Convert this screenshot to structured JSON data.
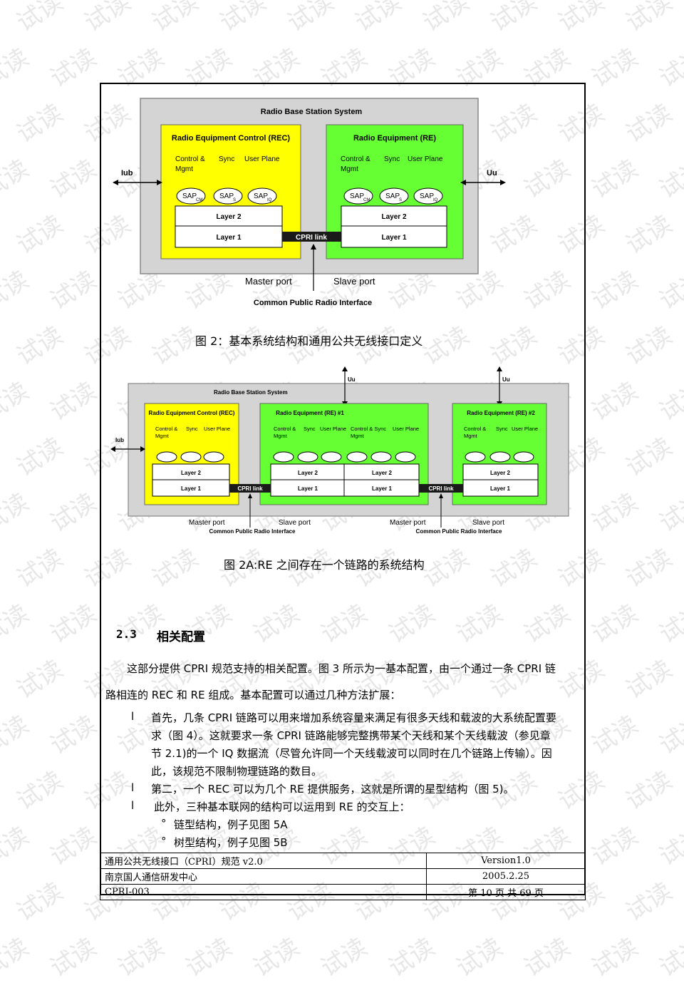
{
  "watermark": "试读",
  "figure1": {
    "system_title": "Radio Base Station System",
    "rec_title": "Radio Equipment Control (REC)",
    "re_title": "Radio Equipment (RE)",
    "control_mgmt": "Control &",
    "mgmt": "Mgmt",
    "sync": "Sync",
    "user_plane": "User Plane",
    "sap": "SAP",
    "sap_cm_sub": "CM",
    "sap_s_sub": "S",
    "sap_iq_sub": "IQ",
    "layer2": "Layer 2",
    "layer1": "Layer 1",
    "cpri_link": "CPRI link",
    "iub": "Iub",
    "uu": "Uu",
    "master_port": "Master port",
    "slave_port": "Slave port",
    "cpri_interface": "Common Public Radio Interface"
  },
  "caption1": "图 2：基本系统结构和通用公共无线接口定义",
  "figure2": {
    "system_title": "Radio Base Station System",
    "rec_title": "Radio Equipment Control (REC)",
    "re1_title": "Radio Equipment (RE) #1",
    "re2_title": "Radio Equipment (RE) #2",
    "uu": "Uu",
    "iub": "Iub",
    "control_mgmt": "Control &",
    "mgmt": "Mgmt",
    "control_sync": "Control & Sync",
    "sync": "Sync",
    "user_plane": "User Plane",
    "layer2": "Layer 2",
    "layer1": "Layer 1",
    "cpri_link": "CPRI link",
    "master_port": "Master port",
    "slave_port": "Slave port",
    "cpri_interface": "Common Public Radio Interface"
  },
  "caption2": "图 2A:RE 之间存在一个链路的系统结构",
  "section": {
    "number": "2.3",
    "title": "相关配置"
  },
  "paragraph": {
    "line1": "这部分提供 CPRI 规范支持的相关配置。图 3 所示为一基本配置，由一个通过一条 CPRI 链",
    "line2": "路相连的 REC 和 RE 组成。基本配置可以通过几种方法扩展："
  },
  "bullets": [
    {
      "marker": "l",
      "lines": [
        "首先，几条 CPRI 链路可以用来增加系统容量来满足有很多天线和载波的大系统配置要",
        "求（图 4）。这就要求一条 CPRI 链路能够完整携带某个天线和某个天线载波（参见章",
        "节 2.1)的一个 IQ 数据流（尽管允许同一个天线载波可以同时在几个链路上传输）。因",
        "此，该规范不限制物理链路的数目。"
      ]
    },
    {
      "marker": "l",
      "lines": [
        "第二，一个 REC 可以为几个 RE 提供服务，这就是所谓的星型结构（图 5)。"
      ]
    },
    {
      "marker": "l",
      "lines": [
        "此外，三种基本联网的结构可以运用到 RE 的交互上："
      ]
    }
  ],
  "sub_bullets": [
    {
      "marker": "°",
      "text": "链型结构，例子见图 5A"
    },
    {
      "marker": "°",
      "text": "树型结构，例子见图 5B"
    }
  ],
  "footer": {
    "row1_left": "通用公共无线接口（CPRI）规范 v2.0",
    "row1_right": "Version1.0",
    "row2_left": "南京国人通信研发中心",
    "row2_right": "2005.2.25",
    "row3_left": "CPRI-003",
    "row3_right": "第 10 页 共 69 页"
  },
  "colors": {
    "rec_fill": "#ffff00",
    "re_fill": "#66ff33",
    "system_fill": "#d4d4d4",
    "link_fill": "#1a1a1a"
  }
}
